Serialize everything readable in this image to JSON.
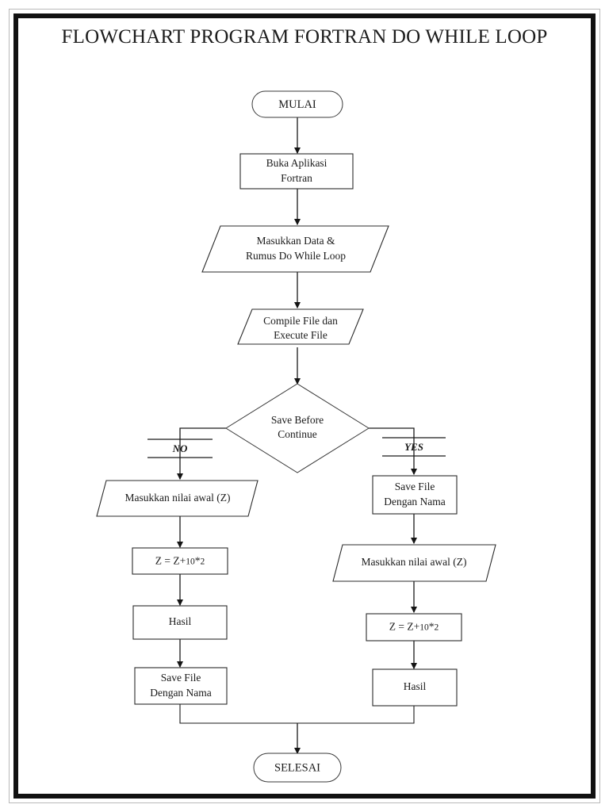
{
  "document": {
    "title": "FLOWCHART PROGRAM FORTRAN DO WHILE LOOP",
    "frame_color": "#111111",
    "line_color": "#1a1a1a",
    "background": "#ffffff"
  },
  "chart_data": {
    "type": "diagram",
    "diagram_kind": "flowchart",
    "title": "FLOWCHART PROGRAM FORTRAN DO WHILE LOOP",
    "nodes": [
      {
        "id": "mulai",
        "shape": "terminator",
        "label": "MULAI"
      },
      {
        "id": "buka",
        "shape": "process",
        "label": "Buka Aplikasi Fortran",
        "line1": "Buka Aplikasi",
        "line2": "Fortran"
      },
      {
        "id": "masukkan",
        "shape": "data",
        "label": "Masukkan Data & Rumus Do While Loop",
        "line1": "Masukkan Data &",
        "line2": "Rumus Do While Loop"
      },
      {
        "id": "compile",
        "shape": "data",
        "label": "Compile File dan Execute File",
        "line1": "Compile File dan",
        "line2": "Execute File"
      },
      {
        "id": "decision",
        "shape": "decision",
        "label": "Save Before Continue",
        "line1": "Save Before",
        "line2": "Continue"
      },
      {
        "id": "no_input",
        "shape": "data",
        "label": "Masukkan nilai awal (Z)"
      },
      {
        "id": "no_calc",
        "shape": "process",
        "label": "Z = Z+10*2",
        "expr_head": "Z = Z+",
        "expr_a": "10",
        "expr_op": "*",
        "expr_b": "2"
      },
      {
        "id": "no_hasil",
        "shape": "process",
        "label": "Hasil"
      },
      {
        "id": "no_save",
        "shape": "process",
        "label": "Save File Dengan Nama",
        "line1": "Save File",
        "line2": "Dengan Nama"
      },
      {
        "id": "yes_save",
        "shape": "process",
        "label": "Save File Dengan Nama",
        "line1": "Save File",
        "line2": "Dengan Nama"
      },
      {
        "id": "yes_input",
        "shape": "data",
        "label": "Masukkan nilai awal (Z)"
      },
      {
        "id": "yes_calc",
        "shape": "process",
        "label": "Z = Z+10*2",
        "expr_head": "Z = Z+",
        "expr_a": "10",
        "expr_op": "*",
        "expr_b": "2"
      },
      {
        "id": "yes_hasil",
        "shape": "process",
        "label": "Hasil"
      },
      {
        "id": "selesai",
        "shape": "terminator",
        "label": "SELESAI"
      }
    ],
    "edges": [
      {
        "from": "mulai",
        "to": "buka",
        "label": ""
      },
      {
        "from": "buka",
        "to": "masukkan",
        "label": ""
      },
      {
        "from": "masukkan",
        "to": "compile",
        "label": ""
      },
      {
        "from": "compile",
        "to": "decision",
        "label": ""
      },
      {
        "from": "decision",
        "to": "no_input",
        "label": "NO"
      },
      {
        "from": "decision",
        "to": "yes_save",
        "label": "YES"
      },
      {
        "from": "no_input",
        "to": "no_calc",
        "label": ""
      },
      {
        "from": "no_calc",
        "to": "no_hasil",
        "label": ""
      },
      {
        "from": "no_hasil",
        "to": "no_save",
        "label": ""
      },
      {
        "from": "yes_save",
        "to": "yes_input",
        "label": ""
      },
      {
        "from": "yes_input",
        "to": "yes_calc",
        "label": ""
      },
      {
        "from": "yes_calc",
        "to": "yes_hasil",
        "label": ""
      },
      {
        "from": "no_save",
        "to": "selesai",
        "label": ""
      },
      {
        "from": "yes_hasil",
        "to": "selesai",
        "label": ""
      }
    ],
    "branch_labels": {
      "no": "NO",
      "yes": "YES"
    }
  }
}
